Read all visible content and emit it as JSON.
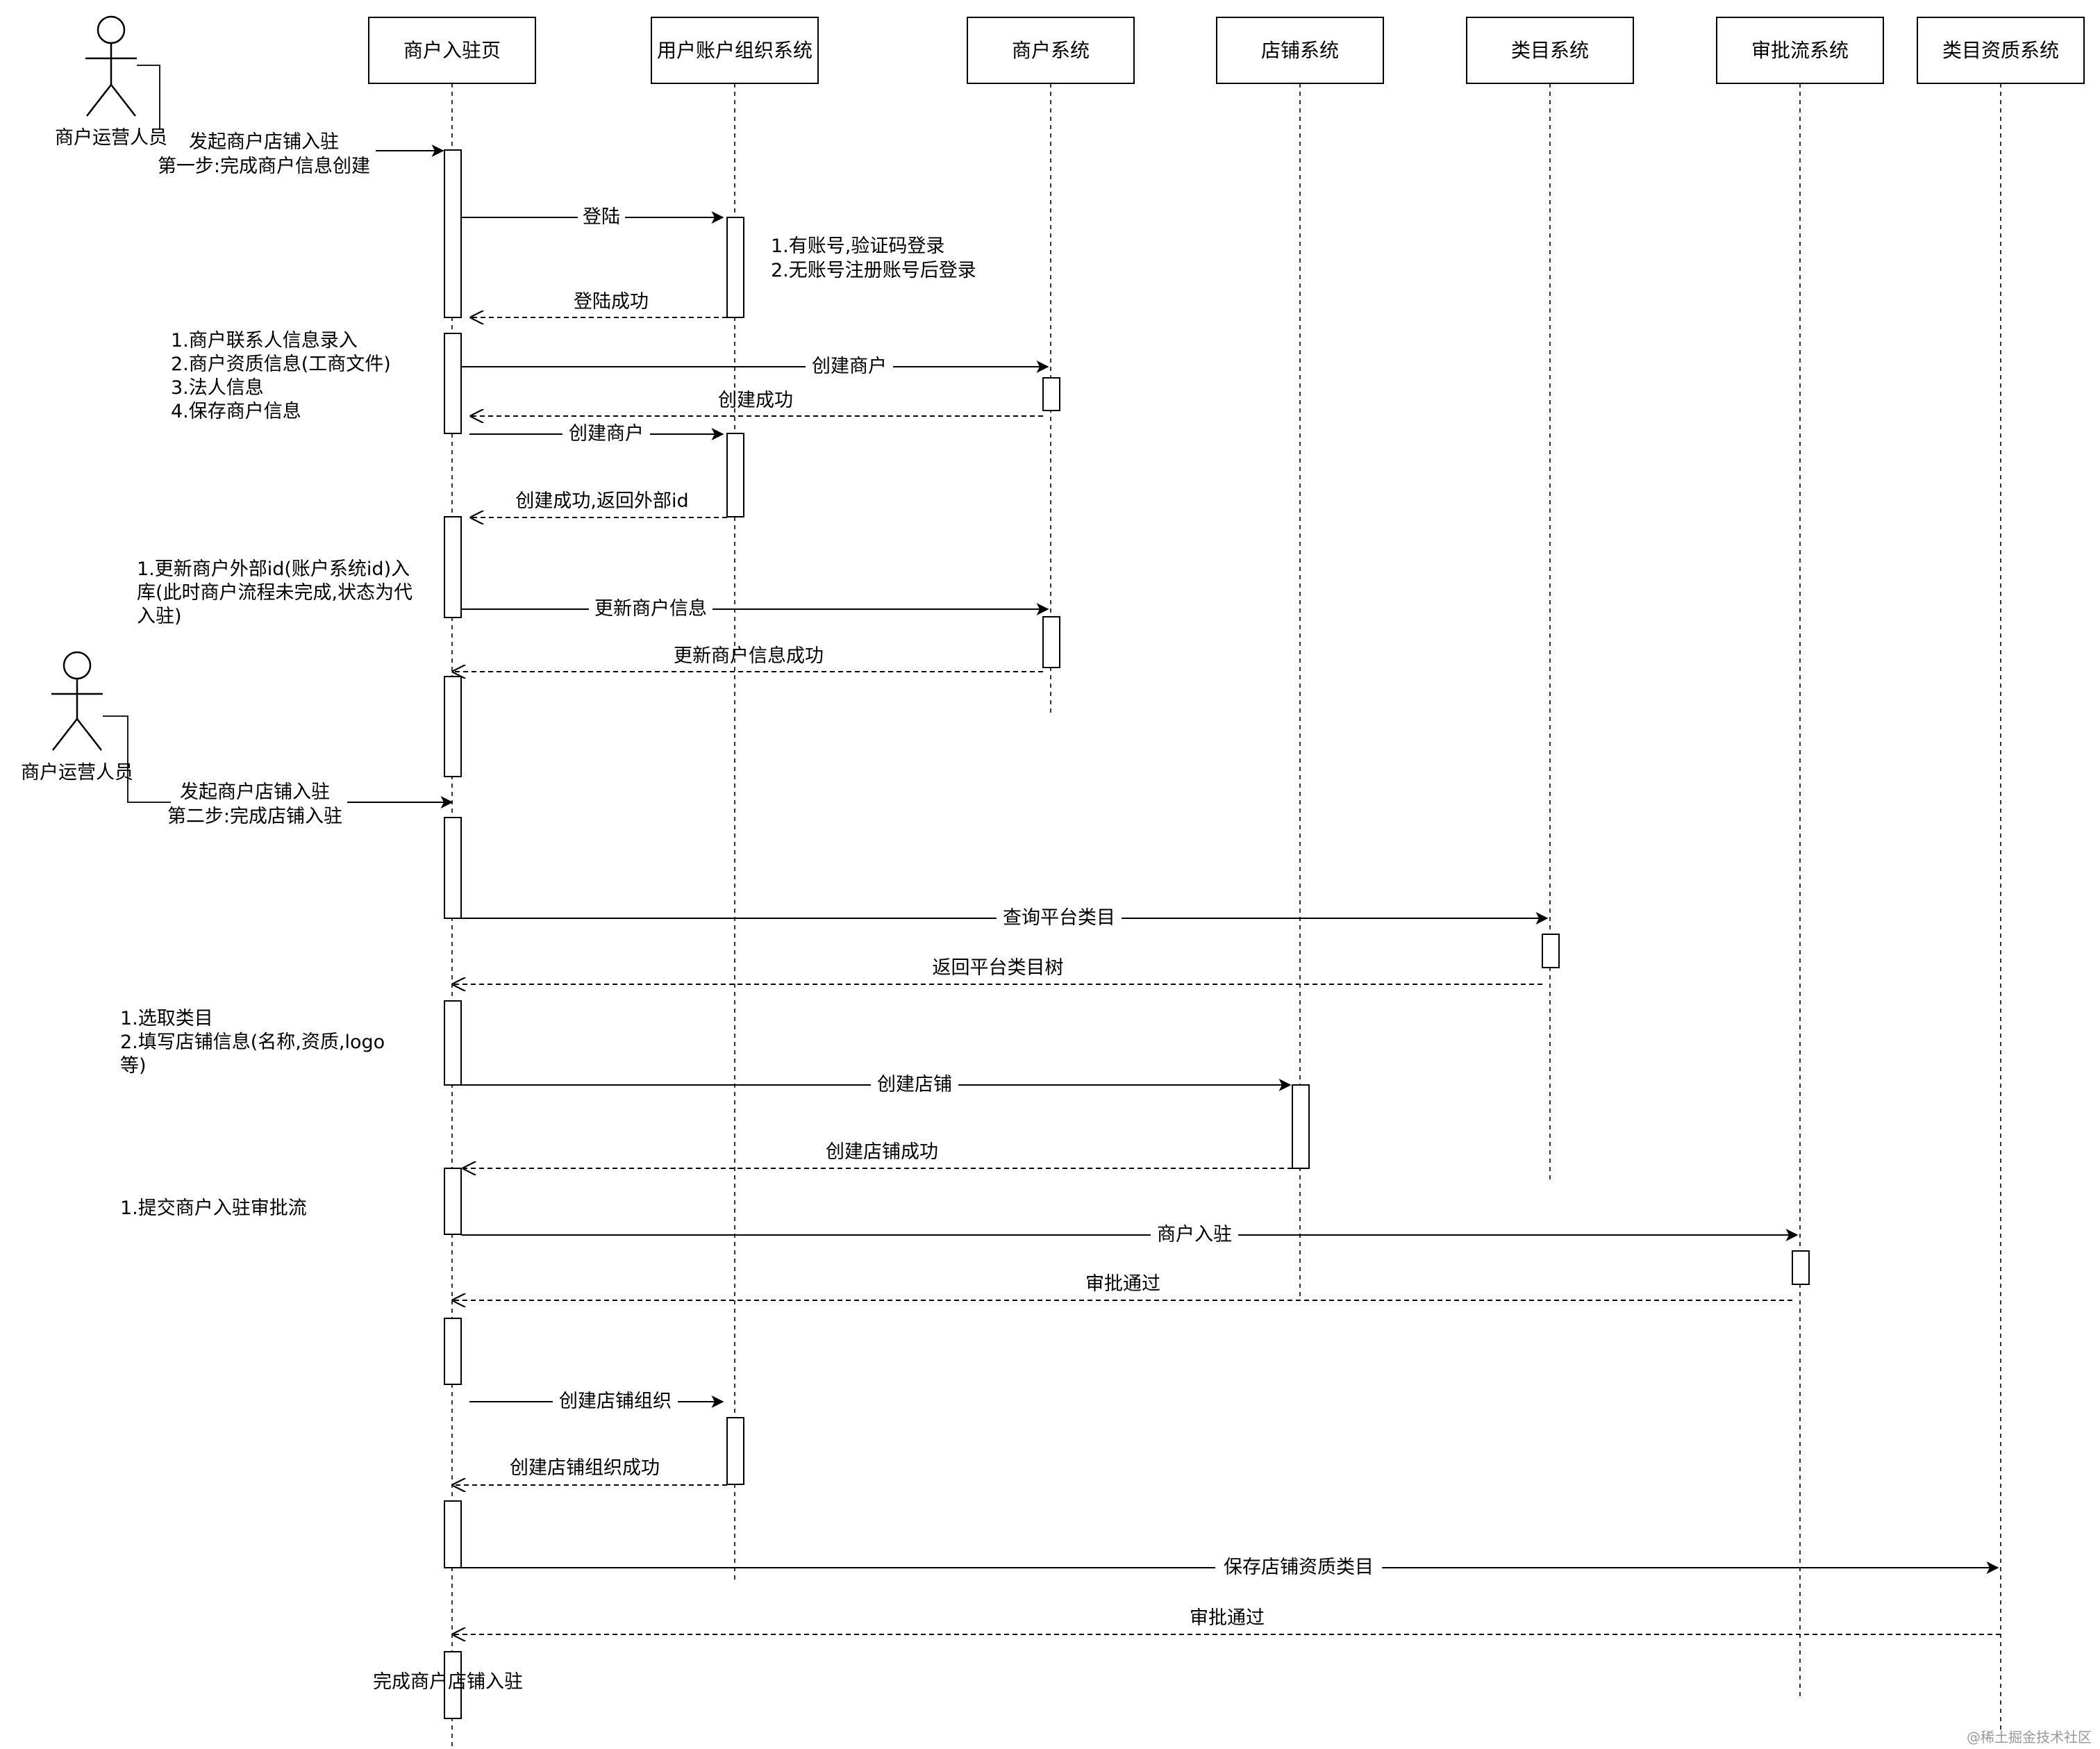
{
  "actors": [
    {
      "id": "actor1",
      "label": "商户运营人员"
    },
    {
      "id": "actor2",
      "label": "商户运营人员"
    }
  ],
  "participants": [
    {
      "id": "P1",
      "label": "商户入驻页"
    },
    {
      "id": "P2",
      "label": "用户账户组织系统"
    },
    {
      "id": "P3",
      "label": "商户系统"
    },
    {
      "id": "P4",
      "label": "店铺系统"
    },
    {
      "id": "P5",
      "label": "类目系统"
    },
    {
      "id": "P6",
      "label": "审批流系统"
    },
    {
      "id": "P7",
      "label": "类目资质系统"
    }
  ],
  "messages": [
    {
      "id": "m1",
      "label": "登陆",
      "from": "P1",
      "to": "P2",
      "style": "solid"
    },
    {
      "id": "m2",
      "label": "登陆成功",
      "from": "P2",
      "to": "P1",
      "style": "dashed"
    },
    {
      "id": "m3",
      "label": "创建商户",
      "from": "P1",
      "to": "P3",
      "style": "solid"
    },
    {
      "id": "m4",
      "label": "创建成功",
      "from": "P3",
      "to": "P1",
      "style": "dashed"
    },
    {
      "id": "m5",
      "label": "创建商户",
      "from": "P1",
      "to": "P2",
      "style": "solid"
    },
    {
      "id": "m6",
      "label": "创建成功,返回外部id",
      "from": "P2",
      "to": "P1",
      "style": "dashed"
    },
    {
      "id": "m7",
      "label": "更新商户信息",
      "from": "P1",
      "to": "P3",
      "style": "solid"
    },
    {
      "id": "m8",
      "label": "更新商户信息成功",
      "from": "P3",
      "to": "P1",
      "style": "dashed"
    },
    {
      "id": "m9",
      "label": "查询平台类目",
      "from": "P1",
      "to": "P5",
      "style": "solid"
    },
    {
      "id": "m10",
      "label": "返回平台类目树",
      "from": "P5",
      "to": "P1",
      "style": "dashed"
    },
    {
      "id": "m11",
      "label": "创建店铺",
      "from": "P1",
      "to": "P4",
      "style": "solid"
    },
    {
      "id": "m12",
      "label": "创建店铺成功",
      "from": "P4",
      "to": "P1",
      "style": "dashed"
    },
    {
      "id": "m13",
      "label": "商户入驻",
      "from": "P1",
      "to": "P6",
      "style": "solid"
    },
    {
      "id": "m14",
      "label": "审批通过",
      "from": "P6",
      "to": "P1",
      "style": "dashed"
    },
    {
      "id": "m15",
      "label": "创建店铺组织",
      "from": "P1",
      "to": "P2",
      "style": "solid"
    },
    {
      "id": "m16",
      "label": "创建店铺组织成功",
      "from": "P2",
      "to": "P1",
      "style": "dashed"
    },
    {
      "id": "m17",
      "label": "保存店铺资质类目",
      "from": "P1",
      "to": "P7",
      "style": "solid"
    },
    {
      "id": "m18",
      "label": "审批通过",
      "from": "P7",
      "to": "P1",
      "style": "dashed"
    }
  ],
  "actor_messages": [
    {
      "id": "a1",
      "lines": [
        "发起商户店铺入驻",
        "第一步:完成商户信息创建"
      ]
    },
    {
      "id": "a2",
      "lines": [
        "发起商户店铺入驻",
        "第二步:完成店铺入驻"
      ]
    }
  ],
  "notes": [
    {
      "id": "n1",
      "lines": [
        "1.有账号,验证码登录",
        "2.无账号注册账号后登录"
      ]
    },
    {
      "id": "n2",
      "lines": [
        "1.商户联系人信息录入",
        "2.商户资质信息(工商文件)",
        "3.法人信息",
        "4.保存商户信息"
      ]
    },
    {
      "id": "n3",
      "lines": [
        "1.更新商户外部id(账户系统id)入",
        "库(此时商户流程未完成,状态为代",
        "入驻)"
      ]
    },
    {
      "id": "n4",
      "lines": [
        "1.选取类目",
        "2.填写店铺信息(名称,资质,logo",
        "等)"
      ]
    },
    {
      "id": "n5",
      "lines": [
        "1.提交商户入驻审批流"
      ]
    },
    {
      "id": "n6",
      "lines": [
        "完成商户店铺入驻"
      ]
    }
  ],
  "watermark": "@稀土掘金技术社区"
}
